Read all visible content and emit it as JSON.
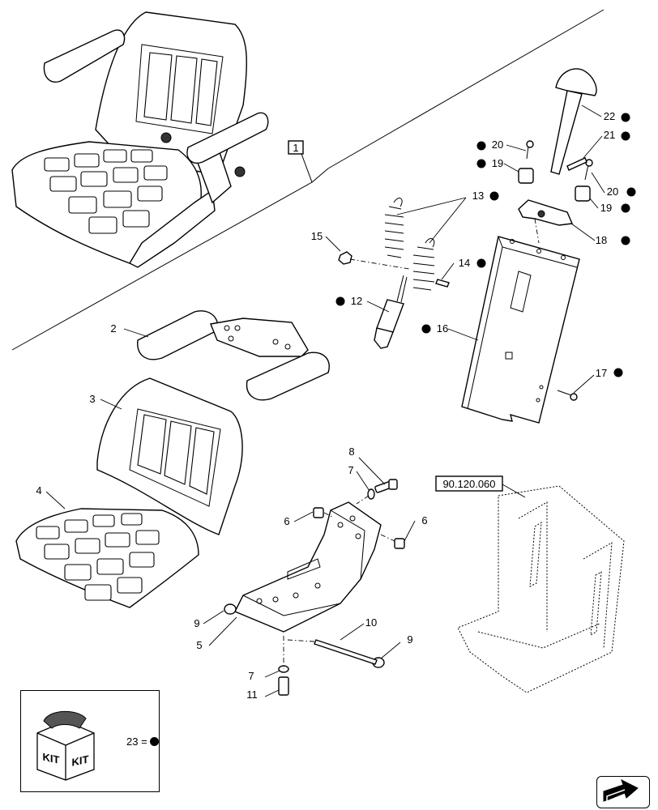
{
  "ref_section": "90.120.060",
  "group_number": "1",
  "kit_label": "KIT",
  "kit_equation": "23 =",
  "callouts": [
    {
      "id": "c1",
      "text": "2"
    },
    {
      "id": "c2",
      "text": "3"
    },
    {
      "id": "c3",
      "text": "4"
    },
    {
      "id": "c4",
      "text": "5"
    },
    {
      "id": "c5",
      "text": "6"
    },
    {
      "id": "c6",
      "text": "6"
    },
    {
      "id": "c7",
      "text": "7"
    },
    {
      "id": "c8",
      "text": "7"
    },
    {
      "id": "c9",
      "text": "8"
    },
    {
      "id": "c10",
      "text": "9"
    },
    {
      "id": "c11",
      "text": "9"
    },
    {
      "id": "c12",
      "text": "10"
    },
    {
      "id": "c13",
      "text": "11"
    },
    {
      "id": "c14",
      "text": "12"
    },
    {
      "id": "c15",
      "text": "13"
    },
    {
      "id": "c16",
      "text": "14"
    },
    {
      "id": "c17",
      "text": "15"
    },
    {
      "id": "c18",
      "text": "16"
    },
    {
      "id": "c19",
      "text": "17"
    },
    {
      "id": "c20",
      "text": "18"
    },
    {
      "id": "c21",
      "text": "19"
    },
    {
      "id": "c22",
      "text": "19"
    },
    {
      "id": "c23",
      "text": "20"
    },
    {
      "id": "c24",
      "text": "20"
    },
    {
      "id": "c25",
      "text": "21"
    },
    {
      "id": "c26",
      "text": "22"
    }
  ],
  "icons": {
    "kit": "kit-box-icon",
    "bullet": "kit-bullet-icon",
    "nav": "next-page-arrow-icon"
  }
}
